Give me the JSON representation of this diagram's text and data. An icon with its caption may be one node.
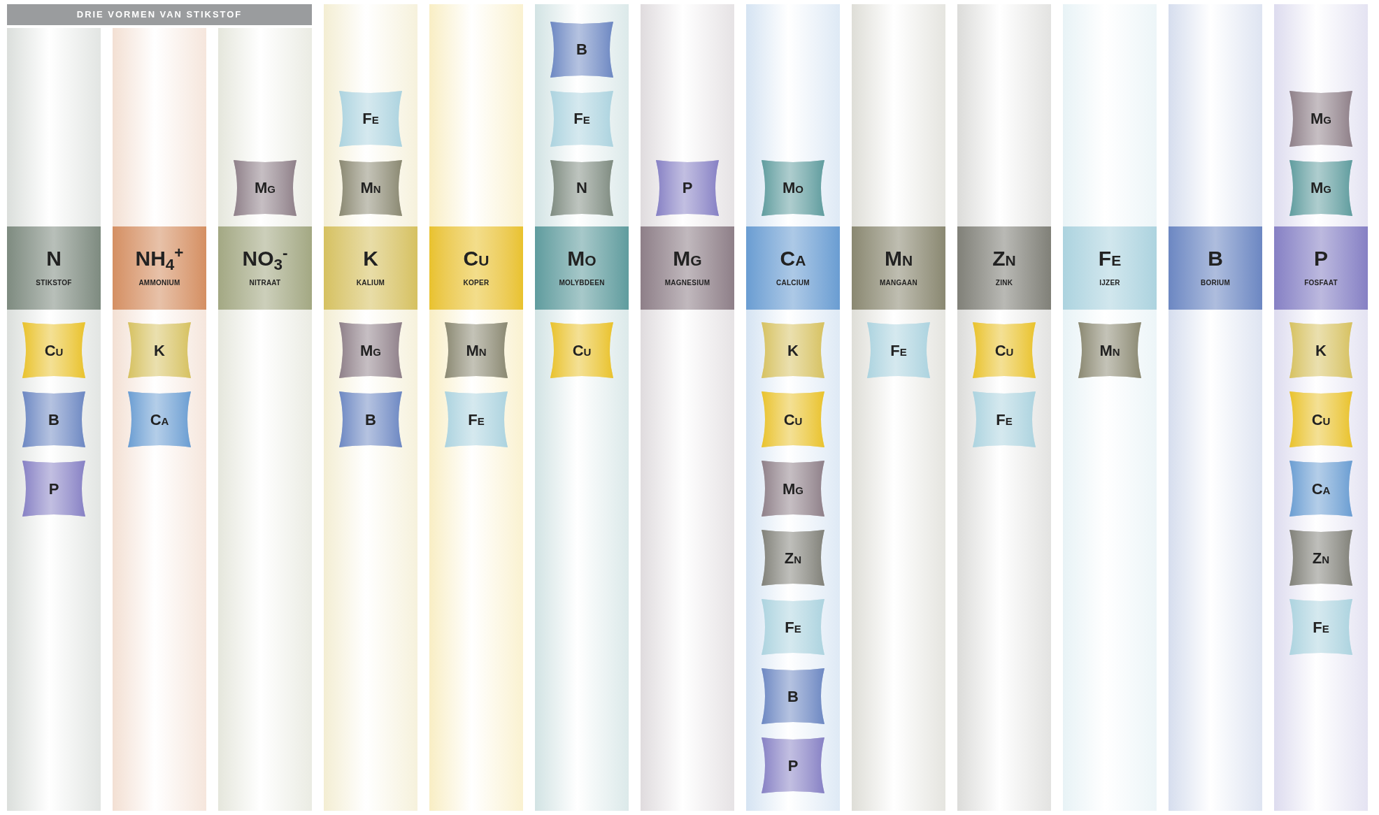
{
  "diagram": {
    "nodes": [
      {
        "text": [
          "DRIE VORMEN VAN STIKSTOF"
        ]
      },
      {
        "text": [],
        "shape": "bar"
      },
      {
        "text": [
          "N",
          "STIKSTOF"
        ],
        "in": 1
      },
      {
        "text": [
          "Cu"
        ],
        "in": 1
      },
      {
        "text": [
          "B"
        ],
        "in": 1
      },
      {
        "text": [
          "P"
        ],
        "in": 1
      },
      {
        "text": [],
        "shape": "bar"
      },
      {
        "text": [
          "NH$_{4}$$^{+}$",
          "AMMONIUM"
        ],
        "in": 6
      },
      {
        "text": [
          "K"
        ],
        "in": 6
      },
      {
        "text": [
          "Ca"
        ],
        "in": 6
      },
      {
        "text": [],
        "shape": "bar"
      },
      {
        "text": [
          "Mg"
        ],
        "in": 10
      },
      {
        "text": [
          "NO$_{3}$$^{-}$",
          "NITRAAT"
        ],
        "in": 10
      },
      {
        "text": [],
        "shape": "bar"
      },
      {
        "text": [
          "Fe"
        ],
        "in": 13
      },
      {
        "text": [
          "Mn"
        ],
        "in": 13
      },
      {
        "text": [
          "K",
          "KALIUM"
        ],
        "in": 13
      },
      {
        "text": [
          "Mg"
        ],
        "in": 13
      },
      {
        "text": [
          "B"
        ],
        "in": 13
      },
      {
        "text": [],
        "shape": "bar"
      },
      {
        "text": [
          "Cu",
          "KOPER"
        ],
        "in": 19
      },
      {
        "text": [
          "Mn"
        ],
        "in": 19
      },
      {
        "text": [
          "Fe"
        ],
        "in": 19
      },
      {
        "text": [],
        "shape": "bar"
      },
      {
        "text": [
          "B"
        ],
        "in": 23
      },
      {
        "text": [
          "Fe"
        ],
        "in": 23
      },
      {
        "text": [
          "N"
        ],
        "in": 23
      },
      {
        "text": [
          "Mo",
          "MOLYBDEEN"
        ],
        "in": 23
      },
      {
        "text": [
          "Cu"
        ],
        "in": 23
      },
      {
        "text": [],
        "shape": "bar"
      },
      {
        "text": [
          "P"
        ],
        "in": 29
      },
      {
        "text": [
          "Mg",
          "MAGNESIUM"
        ],
        "in": 29
      },
      {
        "text": [],
        "shape": "bar"
      },
      {
        "text": [
          "Mo"
        ],
        "in": 32
      },
      {
        "text": [
          "Ca",
          "CALCIUM"
        ],
        "in": 32
      },
      {
        "text": [
          "K"
        ],
        "in": 32
      },
      {
        "text": [
          "Cu"
        ],
        "in": 32
      },
      {
        "text": [
          "Mg"
        ],
        "in": 32
      },
      {
        "text": [
          "Zn"
        ],
        "in": 32
      },
      {
        "text": [
          "Fe"
        ],
        "in": 32
      },
      {
        "text": [
          "B"
        ],
        "in": 32
      },
      {
        "text": [
          "P"
        ],
        "in": 32
      },
      {
        "text": [],
        "shape": "bar"
      },
      {
        "text": [
          "Mn",
          "MANGAAN"
        ],
        "in": 42
      },
      {
        "text": [
          "Fe"
        ],
        "in": 42
      },
      {
        "text": [],
        "shape": "bar"
      },
      {
        "text": [
          "Zn",
          "ZINK"
        ],
        "in": 45
      },
      {
        "text": [
          "Cu"
        ],
        "in": 45
      },
      {
        "text": [
          "Fe"
        ],
        "in": 45
      },
      {
        "text": [],
        "shape": "bar"
      },
      {
        "text": [
          "Fe",
          "IJZER"
        ],
        "in": 49
      },
      {
        "text": [
          "Mn"
        ],
        "in": 49
      },
      {
        "text": [],
        "shape": "bar"
      },
      {
        "text": [
          "B",
          "BORIUM"
        ],
        "in": 52
      },
      {
        "text": [],
        "shape": "bar"
      },
      {
        "text": [
          "Mg"
        ],
        "in": 54
      },
      {
        "text": [
          "Mg"
        ],
        "in": 54
      },
      {
        "text": [
          "P",
          "FOSFAAT"
        ],
        "in": 54
      },
      {
        "text": [
          "K"
        ],
        "in": 54
      },
      {
        "text": [
          "Cu"
        ],
        "in": 54
      },
      {
        "text": [
          "Ca"
        ],
        "in": 54
      },
      {
        "text": [
          "Zn"
        ],
        "in": 54
      },
      {
        "text": [
          "Fe"
        ],
        "in": 54
      }
    ]
  }
}
